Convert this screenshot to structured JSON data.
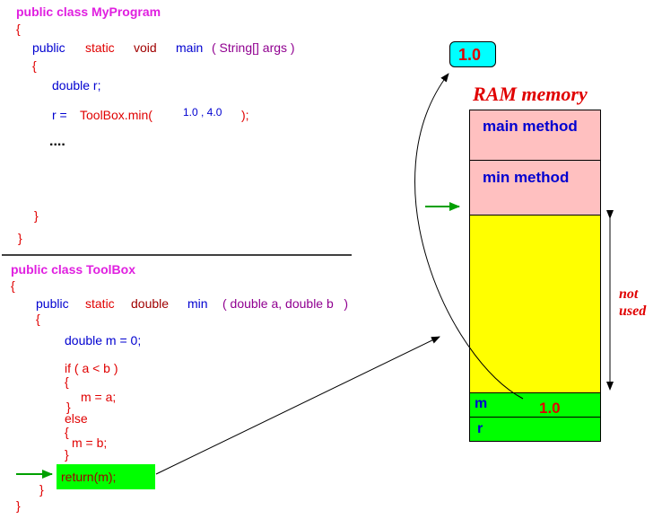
{
  "program1": {
    "class_decl": "public class MyProgram",
    "open_brace": "{",
    "main_kw_public": "public",
    "main_kw_static": "static",
    "main_kw_void": "void",
    "main_name": "main",
    "main_params": "( String[] args )",
    "main_open": "{",
    "decl_r": "double r;",
    "assign_prefix": "r = ",
    "assign_call": "ToolBox.min(",
    "assign_args": "1.0 , 4.0",
    "assign_suffix": ");",
    "ellipsis": "....",
    "main_close": "}",
    "class_close": "}"
  },
  "program2": {
    "class_decl": "public class ToolBox",
    "open_brace": "{",
    "kw_public": "public",
    "kw_static": "static",
    "kw_double": "double",
    "min_name": "min",
    "min_params": "( double a, double b   )",
    "min_open": "{",
    "decl_m": "double m = 0;",
    "if_line": "if ( a < b )",
    "if_open": "{",
    "then_stmt": "m = a;",
    "if_close": "}",
    "else_kw": "else",
    "else_open": "{",
    "else_stmt": "m = b;",
    "else_close": "}",
    "return_stmt": "return(m);",
    "min_close": "}",
    "class_close": "}"
  },
  "return_bubble": "1.0",
  "memory": {
    "title": "RAM memory",
    "main_frame": "main method",
    "min_frame": "min method",
    "var_m": "m",
    "var_m_value": "1.0",
    "var_r": "r",
    "not_used_label_1": "not",
    "not_used_label_2": "used"
  },
  "colors": {
    "frame_pink": "#ffc0c0",
    "unused_yellow": "#ffff00",
    "var_green": "#00ff00",
    "bubble_cyan": "#00ffff",
    "arrow_green": "#00a000"
  }
}
